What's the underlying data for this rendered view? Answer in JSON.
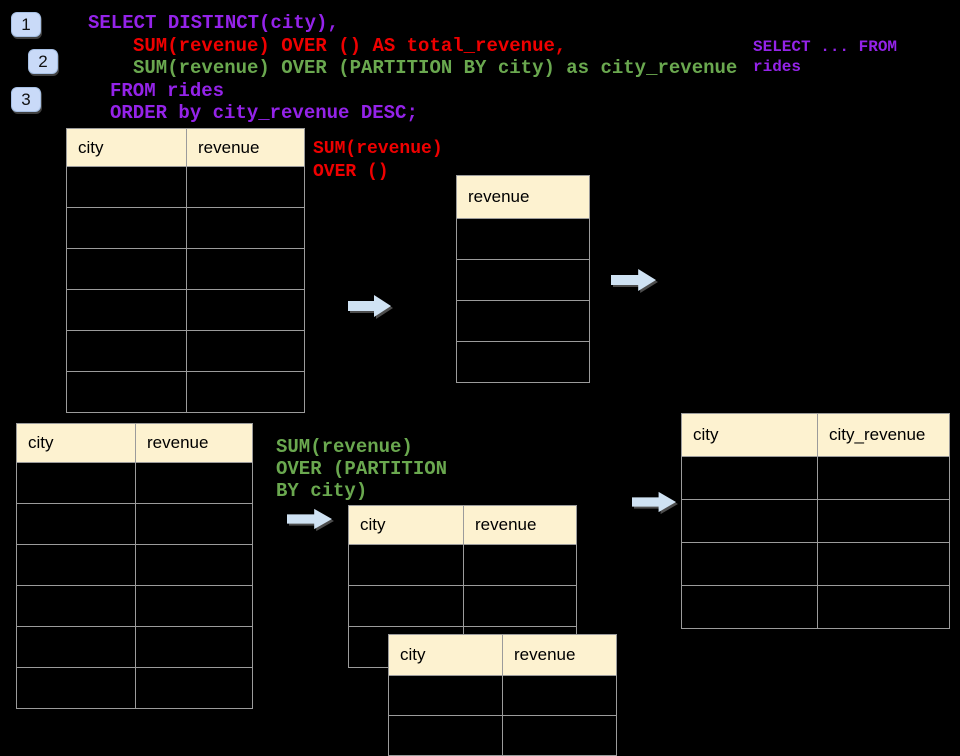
{
  "colors": {
    "background": "#000000",
    "table_header_fill": "#fdf2d0",
    "table_border": "#9b9b9b",
    "badge_fill": "#c9daf8",
    "arrow_fill": "#cfe2f3",
    "sql_purple": "#9423e9",
    "sql_red": "#ef0000",
    "sql_green": "#6aa84f"
  },
  "badges": [
    {
      "label": "1"
    },
    {
      "label": "2"
    },
    {
      "label": "3"
    }
  ],
  "sql_code": {
    "line1": "SELECT DISTINCT(city),",
    "line2": "SUM(revenue) OVER () AS total_revenue,",
    "line3": "SUM(revenue) OVER (PARTITION BY city) as city_revenue",
    "line4": "FROM rides",
    "line5": "ORDER by city_revenue DESC;"
  },
  "side_note": {
    "line1": "SELECT ... FROM",
    "line2": "rides"
  },
  "annotations": {
    "total_label": {
      "line1": "SUM(revenue)",
      "line2": "OVER ()"
    },
    "partition_label": {
      "line1": "SUM(revenue)",
      "line2": "OVER (PARTITION",
      "line3": "BY city)"
    }
  },
  "tables": {
    "source_top": {
      "columns": [
        "city",
        "revenue"
      ],
      "empty_rows": 6
    },
    "total_result": {
      "columns": [
        "revenue"
      ],
      "empty_rows": 4
    },
    "source_bottom": {
      "columns": [
        "city",
        "revenue"
      ],
      "empty_rows": 6
    },
    "partition_back": {
      "columns": [
        "city",
        "revenue"
      ],
      "empty_rows": 3
    },
    "partition_front": {
      "columns": [
        "city",
        "revenue"
      ],
      "empty_rows": 2
    },
    "final_result": {
      "columns": [
        "city",
        "city_revenue"
      ],
      "empty_rows": 4
    }
  }
}
